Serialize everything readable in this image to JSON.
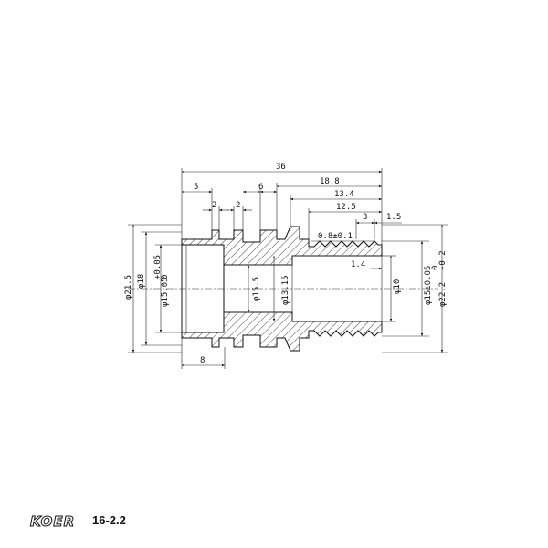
{
  "dims": {
    "total_length": "36",
    "d_18_8": "18.8",
    "d_13_4": "13.4",
    "d_12_5": "12.5",
    "d_3": "3",
    "d_1_5": "1.5",
    "d_5": "5",
    "d_2a": "2",
    "d_2b": "2",
    "d_6": "6",
    "d_0_8": "0.8±0.1",
    "d_1_4": "1.4",
    "d_8": "8",
    "dia_21_5": "φ21.5",
    "dia_18": "φ18",
    "dia_15_05": "φ15.05",
    "tol_15_05_upper": "+0.05",
    "tol_15_05_lower": "0",
    "dia_15_5": "φ15.5",
    "dia_13_15": "φ13.15",
    "dia_10": "φ10",
    "dia_15": "φ15±0.05",
    "dia_22_2": "φ22.2",
    "tol_22_2_upper": "0",
    "tol_22_2_lower": "-0.2"
  },
  "footer": {
    "brand": "KOER",
    "model": "16-2.2"
  }
}
